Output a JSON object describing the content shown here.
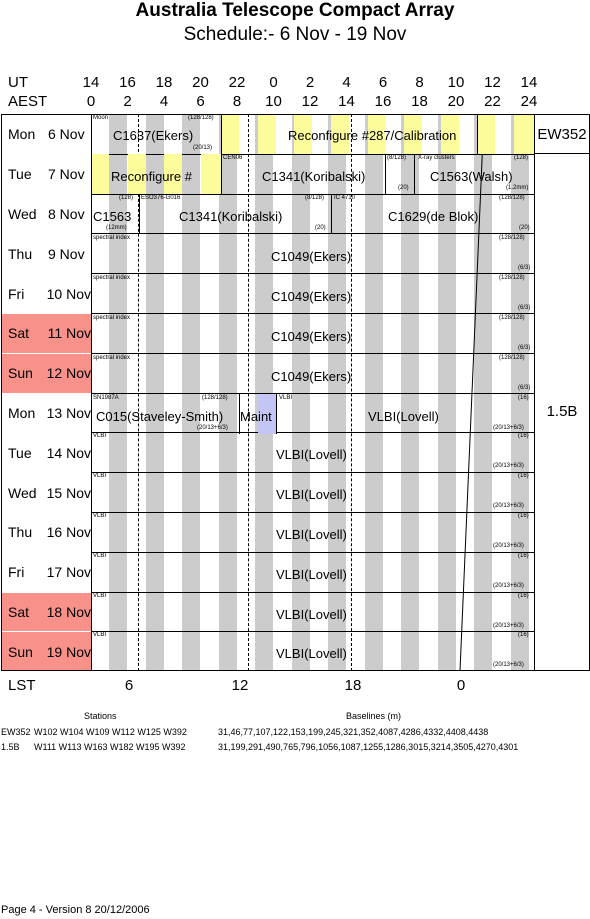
{
  "title": "Australia Telescope Compact Array",
  "subtitle": "Schedule:- 6  Nov - 19 Nov",
  "ut_label": "UT",
  "aest_label": "AEST",
  "ut_ticks": [
    "14",
    "16",
    "18",
    "20",
    "22",
    "0",
    "2",
    "4",
    "6",
    "8",
    "10",
    "12",
    "14"
  ],
  "aest_ticks": [
    "0",
    "2",
    "4",
    "6",
    "8",
    "10",
    "12",
    "14",
    "16",
    "18",
    "20",
    "22",
    "24"
  ],
  "lst_label": "LST",
  "lst_ticks": [
    "6",
    "12",
    "18",
    "0"
  ],
  "days": [
    {
      "day": "Mon",
      "date": "6 Nov",
      "weekend": false
    },
    {
      "day": "Tue",
      "date": "7 Nov",
      "weekend": false
    },
    {
      "day": "Wed",
      "date": "8 Nov",
      "weekend": false
    },
    {
      "day": "Thu",
      "date": "9 Nov",
      "weekend": false
    },
    {
      "day": "Fri",
      "date": "10 Nov",
      "weekend": false
    },
    {
      "day": "Sat",
      "date": "11 Nov",
      "weekend": true
    },
    {
      "day": "Sun",
      "date": "12 Nov",
      "weekend": true
    },
    {
      "day": "Mon",
      "date": "13 Nov",
      "weekend": false
    },
    {
      "day": "Tue",
      "date": "14 Nov",
      "weekend": false
    },
    {
      "day": "Wed",
      "date": "15 Nov",
      "weekend": false
    },
    {
      "day": "Thu",
      "date": "16 Nov",
      "weekend": false
    },
    {
      "day": "Fri",
      "date": "17 Nov",
      "weekend": false
    },
    {
      "day": "Sat",
      "date": "18 Nov",
      "weekend": true
    },
    {
      "day": "Sun",
      "date": "19 Nov",
      "weekend": true
    }
  ],
  "configs": {
    "first": "EW352",
    "second": "1.5B"
  },
  "observations": {
    "r0": {
      "moon": "Moon",
      "c1637": "C1637(Ekers)",
      "cfg1": "(128/128)",
      "cfg2": "(20/13)",
      "reconf": "Reconfigure #287/Calibration"
    },
    "r1": {
      "cen": "CEN06",
      "reconf": "Reconfigure #",
      "c1341": "C1341(Koribalski)",
      "cfg1": "(8/128)",
      "xray": "X-ray clusters",
      "cfg2": "(128)",
      "c1563": "C1563(Walsh)",
      "cfg3": "(20)",
      "cfg4": "(1.2mm)"
    },
    "r2": {
      "cfg0": "(128)",
      "eso": "ESO376-G016",
      "c1563": "C1563",
      "cfg1": "(12mm)",
      "c1341": "C1341(Koribalski)",
      "cfg2": "(8/128)",
      "ic": "IC 4710",
      "cfg3": "(20)",
      "c1629": "C1629(de Blok)",
      "cfg4": "(128/128)",
      "cfg5": "(20)"
    },
    "r3": {
      "note": "spectral index",
      "c": "C1049(Ekers)",
      "cfg1": "(128/128)",
      "cfg2": "(6/3)"
    },
    "r4": {
      "note": "spectral index",
      "c": "C1049(Ekers)",
      "cfg1": "(128/128)",
      "cfg2": "(6/3)"
    },
    "r5": {
      "note": "spectral index",
      "c": "C1049(Ekers)",
      "cfg1": "(128/128)",
      "cfg2": "(6/3)"
    },
    "r6": {
      "note": "spectral index",
      "c": "C1049(Ekers)",
      "cfg1": "(128/128)",
      "cfg2": "(6/3)"
    },
    "r7": {
      "sn": "SN1987A",
      "c015": "C015(Staveley-Smith)",
      "cfg1": "(128/128)",
      "cfg2": "(20/13+6/3)",
      "maint": "Maint",
      "vlbi_tag": "VLBI",
      "vlbi": "VLBI(Lovell)",
      "cfg3": "(16)",
      "cfg4": "(20/13+6/3)"
    },
    "vlbi_tag": "VLBI",
    "vlbi": "VLBI(Lovell)",
    "vlbi_cfg1": "(16)",
    "vlbi_cfg2": "(20/13+6/3)"
  },
  "stations_header": "Stations",
  "baselines_header": "Baselines (m)",
  "arrays": [
    {
      "name": "EW352",
      "stations": "W102 W104 W109 W112 W125 W392",
      "baselines": "31,46,77,107,122,153,199,245,321,352,4087,4286,4332,4408,4438"
    },
    {
      "name": "1.5B",
      "stations": "W111 W113 W163 W182 W195 W392",
      "baselines": "31,199,291,490,765,796,1056,1087,1255,1286,3015,3214,3505,4270,4301"
    }
  ],
  "footer": "Page 4 - Version 8  20/12/2006"
}
